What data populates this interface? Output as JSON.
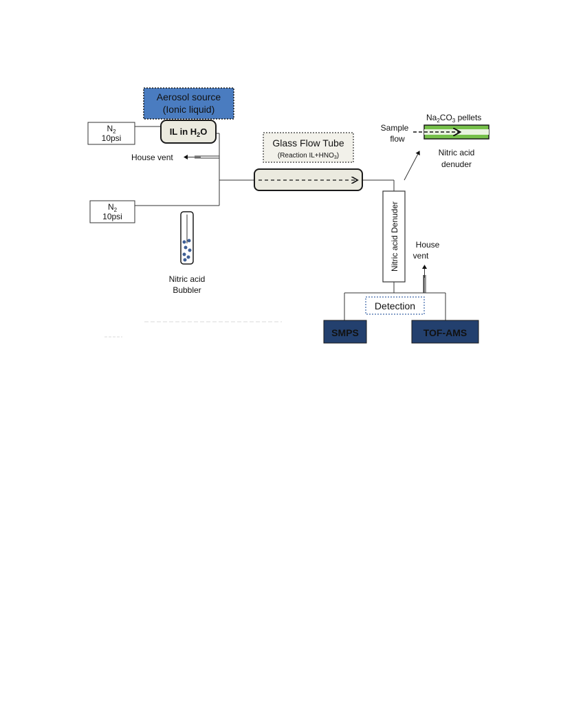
{
  "aerosol_source": {
    "line1": "Aerosol source",
    "line2": "(Ionic liquid)"
  },
  "il_vessel": {
    "main": "IL in H",
    "sub": "2",
    "tail": "O"
  },
  "n2_top": {
    "gas": "N",
    "gas_sub": "2",
    "pressure": "10psi"
  },
  "n2_bottom": {
    "gas": "N",
    "gas_sub": "2",
    "pressure": "10psi"
  },
  "house_vent_left": "House vent",
  "flow_tube": {
    "title": "Glass Flow Tube",
    "reaction_main": "(Reaction IL+HNO",
    "reaction_sub": "3",
    "reaction_tail": ")"
  },
  "bubbler": {
    "line1": "Nitric acid",
    "line2": "Bubbler"
  },
  "pellets": {
    "pre": "Na",
    "sub1": "2",
    "mid": "CO",
    "sub2": "3",
    "post": " pellets"
  },
  "sample_flow": {
    "line1": "Sample",
    "line2": "flow"
  },
  "denuder_small": {
    "line1": "Nitric acid",
    "line2": "denuder"
  },
  "denuder_column": "Nitric acid Denuder",
  "house_vent_right": {
    "line1": "House",
    "line2": "vent"
  },
  "detection": "Detection",
  "smps": "SMPS",
  "tof_ams": "TOF-AMS",
  "colors": {
    "aerosol_blue": "#4a7cc0",
    "instrument_navy": "#23406e",
    "vessel_fill": "#ebeadf",
    "pellet_green": "#76c04a",
    "pellet_text": "#22a04a",
    "detection_text": "#3a64a8"
  }
}
